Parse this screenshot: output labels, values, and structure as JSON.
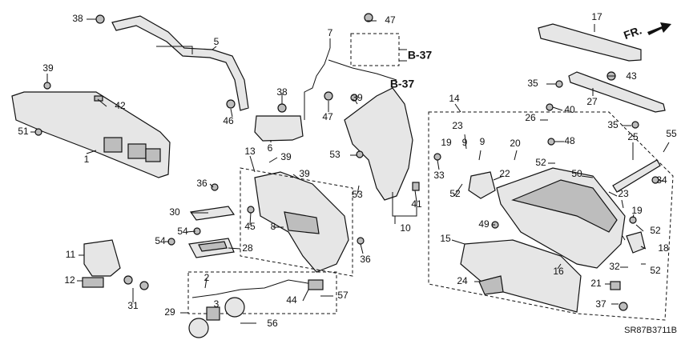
{
  "diagram": {
    "direction_label": "FR.",
    "refs": [
      "B-37",
      "B-37"
    ],
    "code": "SR87B3711B",
    "labels": [
      "38",
      "47",
      "17",
      "5",
      "7",
      "39",
      "42",
      "51",
      "1",
      "46",
      "38",
      "6",
      "47",
      "39",
      "35",
      "43",
      "27",
      "14",
      "40",
      "26",
      "35",
      "48",
      "25",
      "55",
      "13",
      "39",
      "39",
      "36",
      "53",
      "52",
      "34",
      "30",
      "45",
      "8",
      "41",
      "10",
      "53",
      "33",
      "52",
      "22",
      "50",
      "23",
      "19",
      "9",
      "9",
      "20",
      "19",
      "54",
      "54",
      "28",
      "36",
      "49",
      "52",
      "18",
      "52",
      "15",
      "16",
      "32",
      "11",
      "12",
      "31",
      "2",
      "44",
      "57",
      "24",
      "21",
      "37",
      "29",
      "56",
      "3",
      "23"
    ]
  }
}
